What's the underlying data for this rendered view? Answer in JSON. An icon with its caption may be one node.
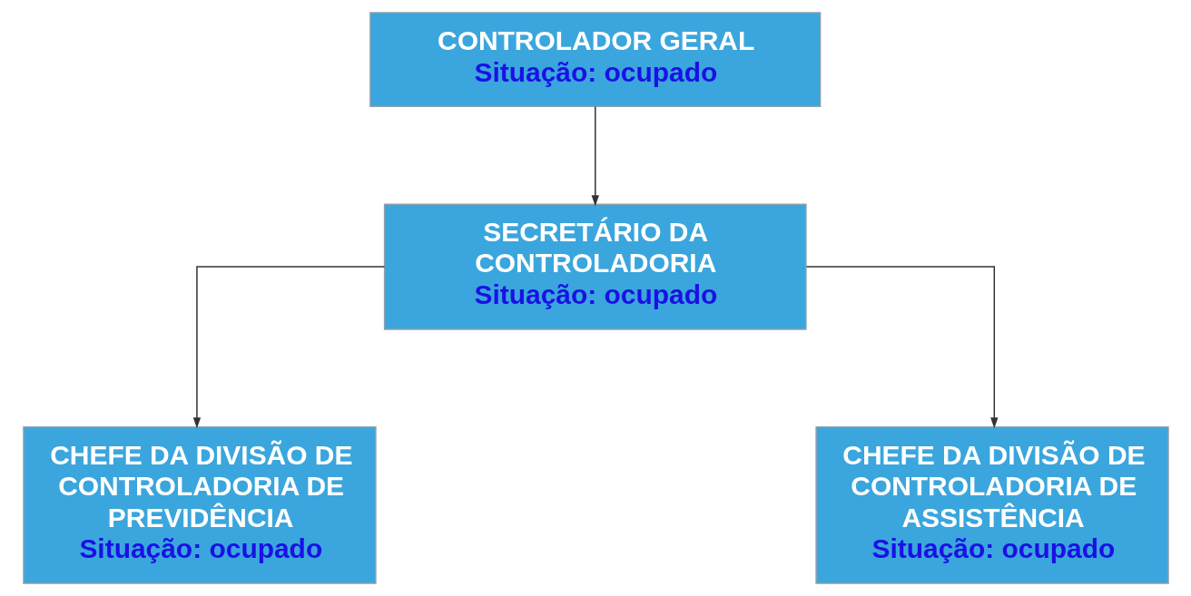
{
  "diagram": {
    "nodes": [
      {
        "text": [
          "CONTROLADOR GERAL",
          "Situação: ocupado"
        ]
      },
      {
        "text": [
          "SECRETÁRIO DA CONTROLADORIA",
          "Situação: ocupado"
        ]
      },
      {
        "text": [
          "CHEFE DA DIVISÃO DE CONTROLADORIA DE PREVIDÊNCIA",
          "Situação: ocupado"
        ]
      },
      {
        "text": [
          "CHEFE DA DIVISÃO DE CONTROLADORIA DE ASSISTÊNCIA",
          "Situação: ocupado"
        ]
      }
    ],
    "edges": [
      {
        "from": 0,
        "to": 1,
        "arrow": "to"
      },
      {
        "from": 1,
        "to": 2,
        "arrow": "to"
      },
      {
        "from": 1,
        "to": 3,
        "arrow": "to"
      }
    ]
  }
}
